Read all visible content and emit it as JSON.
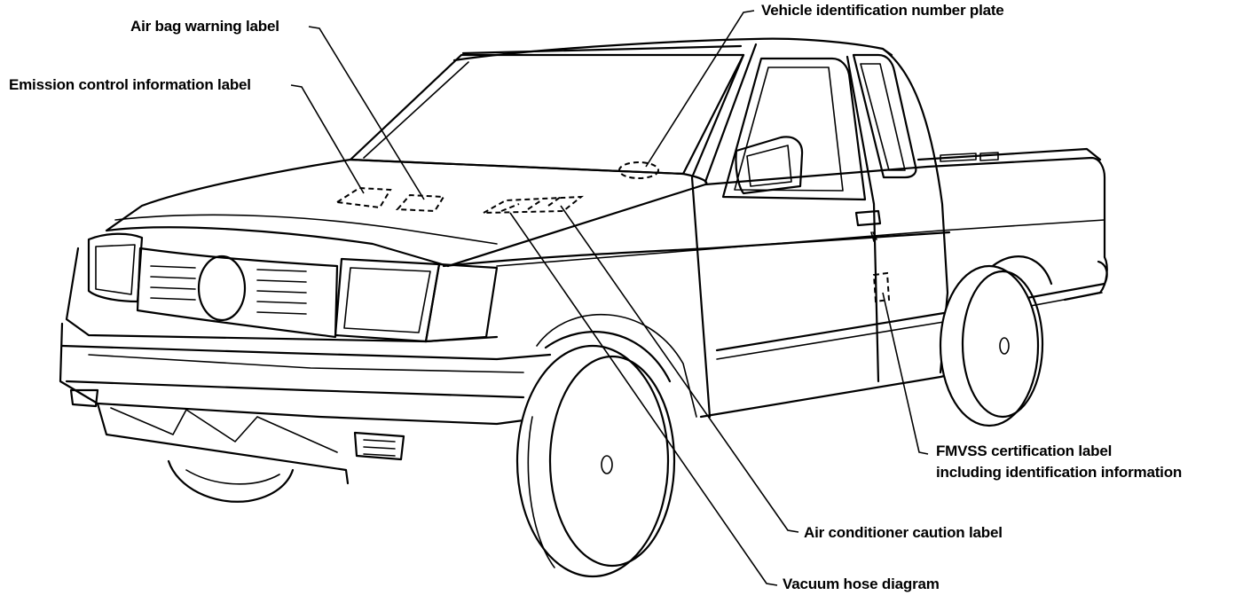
{
  "labels": {
    "airbag": "Air bag warning label",
    "emission": "Emission control information label",
    "vin": "Vehicle identification number plate",
    "fmvss_line1": "FMVSS certification label",
    "fmvss_line2": "including identification information",
    "ac": "Air conditioner caution label",
    "vacuum": "Vacuum hose diagram"
  }
}
